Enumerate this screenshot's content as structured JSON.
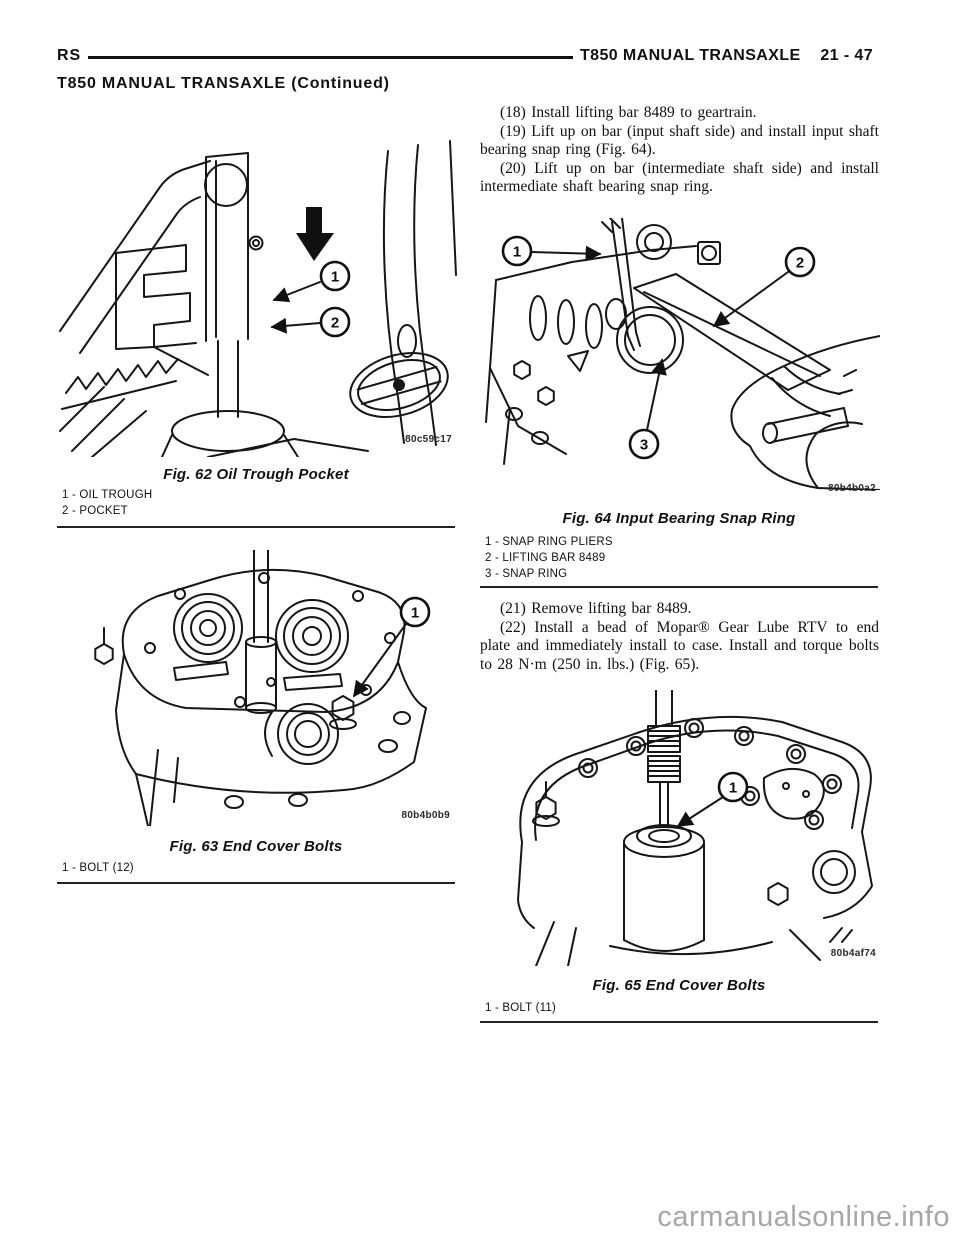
{
  "header": {
    "manual_code": "RS",
    "section_title": "T850 MANUAL TRANSAXLE",
    "page_number": "21 - 47",
    "continued_title": "T850 MANUAL TRANSAXLE (Continued)"
  },
  "steps_top": [
    "(18) Install lifting bar 8489 to geartrain.",
    "(19) Lift up on bar (input shaft side) and install input shaft bearing snap ring (Fig. 64).",
    "(20) Lift up on bar (intermediate shaft side) and install intermediate shaft bearing snap ring."
  ],
  "steps_bottom": [
    "(21) Remove lifting bar 8489.",
    "(22) Install a bead of Mopar® Gear Lube RTV to end plate and immediately install to case. Install and torque bolts to 28 N·m (250 in. lbs.) (Fig. 65)."
  ],
  "figures": {
    "fig62": {
      "caption": "Fig. 62 Oil Trough Pocket",
      "code": "80c59c17",
      "legend": [
        "1 - OIL TROUGH",
        "2 - POCKET"
      ],
      "callouts": {
        "c1": "1",
        "c2": "2"
      }
    },
    "fig63": {
      "caption": "Fig. 63 End Cover Bolts",
      "code": "80b4b0b9",
      "legend": [
        "1 - BOLT (12)"
      ],
      "callouts": {
        "c1": "1"
      }
    },
    "fig64": {
      "caption": "Fig. 64 Input Bearing Snap Ring",
      "code": "80b4b0a2",
      "legend": [
        "1 - SNAP RING PLIERS",
        "2 - LIFTING BAR 8489",
        "3 - SNAP RING"
      ],
      "callouts": {
        "c1": "1",
        "c2": "2",
        "c3": "3"
      }
    },
    "fig65": {
      "caption": "Fig. 65 End Cover Bolts",
      "code": "80b4af74",
      "legend": [
        "1 - BOLT (11)"
      ],
      "callouts": {
        "c1": "1"
      }
    }
  },
  "watermark": "carmanualsonline.info"
}
